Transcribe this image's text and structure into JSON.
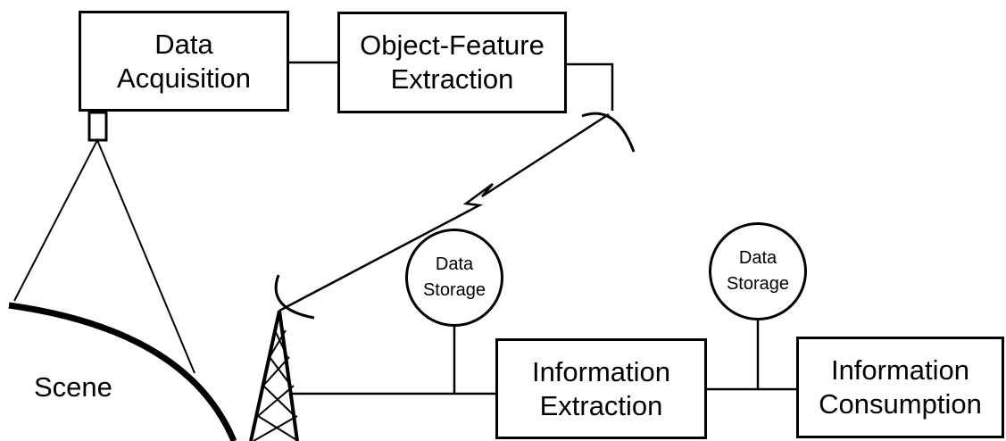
{
  "nodes": {
    "data_acquisition": [
      "Data",
      "Acquisition"
    ],
    "object_feature_extraction": [
      "Object-Feature",
      "Extraction"
    ],
    "information_extraction": [
      "Information",
      "Extraction"
    ],
    "information_consumption": [
      "Information",
      "Consumption"
    ],
    "data_storage_1": [
      "Data",
      "Storage"
    ],
    "data_storage_2": [
      "Data",
      "Storage"
    ]
  },
  "scene_label": "Scene"
}
